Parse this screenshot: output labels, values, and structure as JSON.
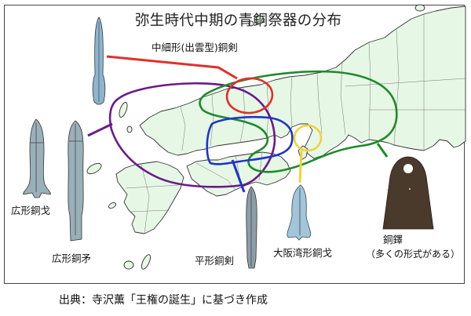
{
  "title": "弥生時代中期の青銅祭器の分布",
  "source": "出典：寺沢薫「王権の誕生」に基づき作成",
  "colors": {
    "land": "#e6f7e6",
    "coast": "#333333",
    "nakahoso_izumo_dokken": "#e0302a",
    "hirogata_dokka_doho": "#6a1a8a",
    "hiragata_doken": "#1f34c8",
    "osakawan_dokka": "#f0d23a",
    "dotaku": "#1e8a2a",
    "bronze_artifact": "#8fb0c8",
    "dotaku_body": "#4a3a2c"
  },
  "artifacts": [
    {
      "id": "nakahoso_izumo_dokken",
      "label": "中細形(出雲型)銅剣",
      "line_color": "red"
    },
    {
      "id": "hirogata_dokka",
      "label": "広形銅戈",
      "line_color": "purple"
    },
    {
      "id": "hirogata_doho",
      "label": "広形銅矛",
      "line_color": "purple"
    },
    {
      "id": "hiragata_doken",
      "label": "平形銅剣",
      "line_color": "blue"
    },
    {
      "id": "osakawan_dokka",
      "label": "大阪湾形銅戈",
      "line_color": "yellow"
    },
    {
      "id": "dotaku",
      "label": "銅鐸",
      "sublabel": "（多くの形式がある）",
      "line_color": "green"
    }
  ]
}
